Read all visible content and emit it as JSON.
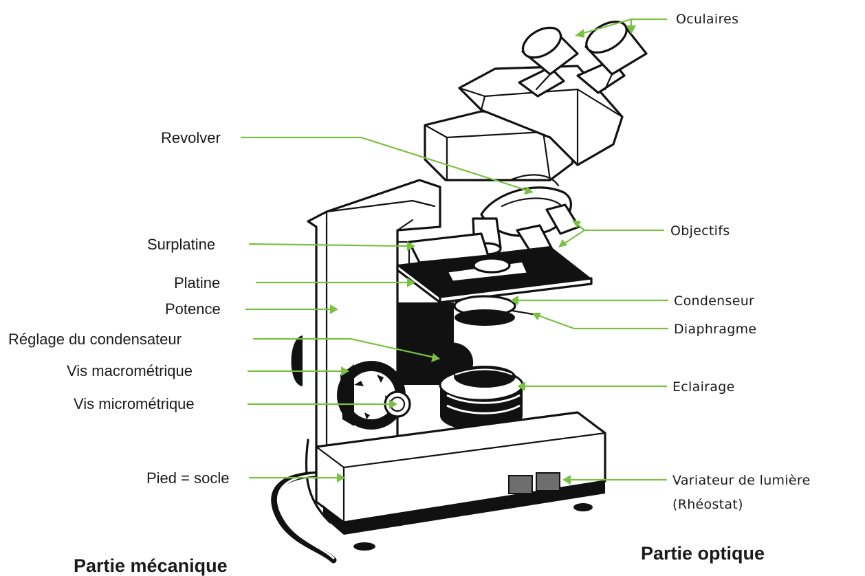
{
  "labels": {
    "oculaires": "Oculaires",
    "revolver": "Revolver",
    "objectifs": "Objectifs",
    "surplatine": "Surplatine",
    "platine": "Platine",
    "potence": "Potence",
    "condenseur": "Condenseur",
    "diaphragme": "Diaphragme",
    "reglage_condensateur": "Réglage du condensateur",
    "vis_macrometrique": "Vis macrométrique",
    "vis_micrometrique": "Vis micrométrique",
    "eclairage": "Eclairage",
    "pied_socle": "Pied = socle",
    "variateur_line1": "Variateur de lumière",
    "variateur_line2": "(Rhéostat)"
  },
  "groups": {
    "mecanique": "Partie mécanique",
    "optique": "Partie optique"
  },
  "colors": {
    "leader_lines": "#7ac143",
    "ink": "#111111"
  }
}
